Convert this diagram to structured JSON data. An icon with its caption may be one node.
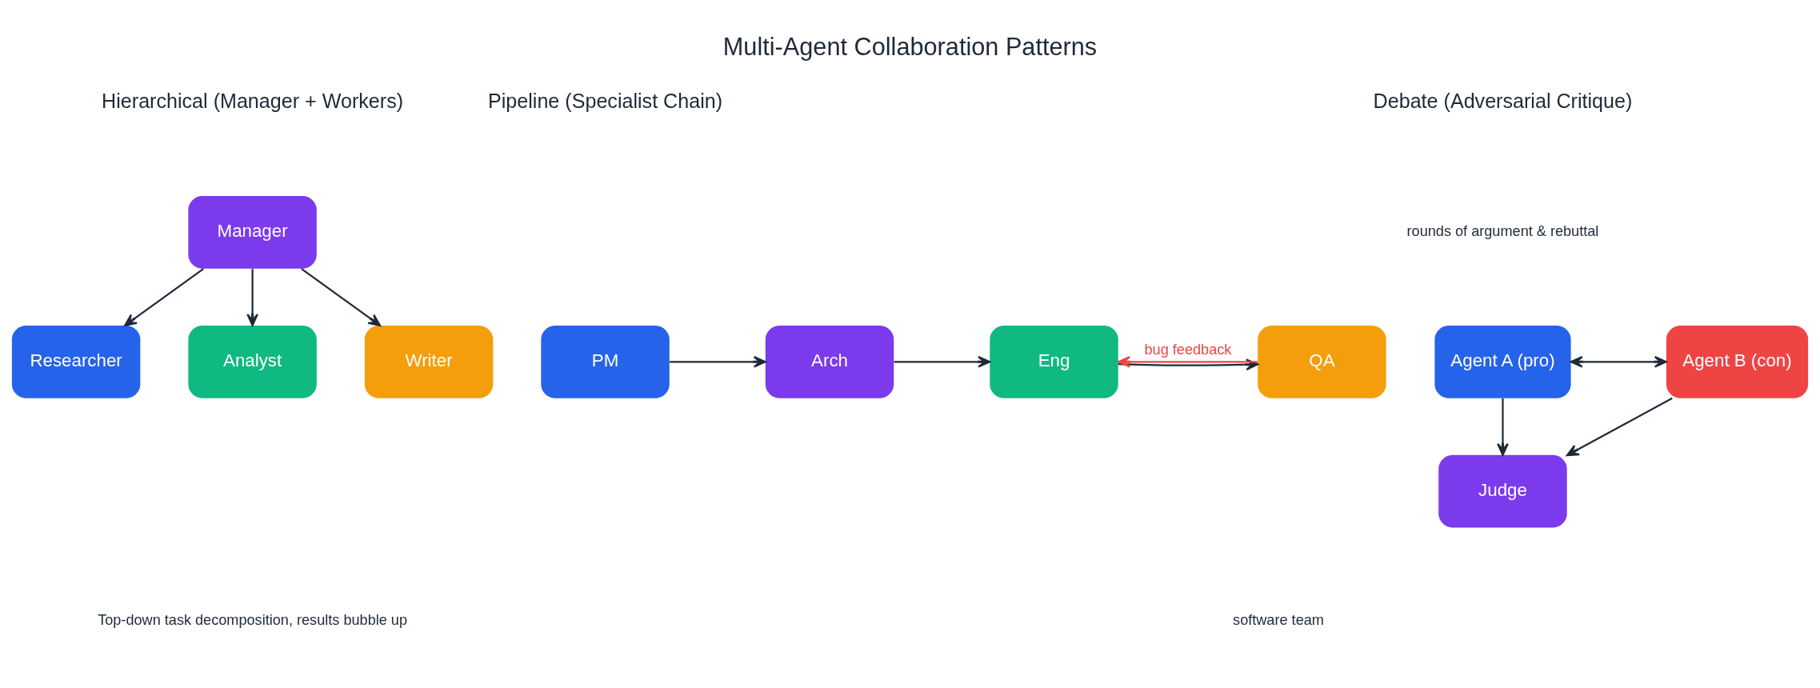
{
  "diagram": {
    "title": "Multi-Agent Collaboration Patterns",
    "nodes": [
      {
        "text": [
          "Manager"
        ]
      },
      {
        "text": [
          "Researcher"
        ]
      },
      {
        "text": [
          "Analyst"
        ]
      },
      {
        "text": [
          "Writer"
        ]
      },
      {
        "text": [
          "Agent A (pro)"
        ]
      },
      {
        "text": [
          "Agent B (con)"
        ]
      },
      {
        "text": [
          "Judge"
        ]
      },
      {
        "text": [
          "PM"
        ]
      },
      {
        "text": [
          "Arch"
        ]
      },
      {
        "text": [
          "Eng"
        ]
      },
      {
        "text": [
          "QA"
        ]
      }
    ],
    "edges": [
      {
        "from": 0,
        "to": 1,
        "arrow": "to"
      },
      {
        "from": 0,
        "to": 2,
        "arrow": "to"
      },
      {
        "from": 0,
        "to": 3,
        "arrow": "to"
      },
      {
        "from": 4,
        "to": 5,
        "arrow": "both"
      },
      {
        "from": 4,
        "to": 6,
        "arrow": "to"
      },
      {
        "from": 5,
        "to": 6,
        "arrow": "to"
      },
      {
        "from": 7,
        "to": 8,
        "arrow": "to"
      },
      {
        "from": 8,
        "to": 9,
        "arrow": "to"
      },
      {
        "from": 9,
        "to": 10,
        "arrow": "to"
      },
      {
        "from": 10,
        "to": 9,
        "arrow": "to",
        "label": "bug feedback",
        "color": "#ef4444"
      }
    ],
    "labels": [
      "Hierarchical (Manager + Workers)",
      "Debate (Adversarial Critique)",
      "Pipeline (Specialist Chain)",
      "rounds of argument & rebuttal",
      "Top-down task decomposition, results bubble up",
      "software team"
    ]
  }
}
